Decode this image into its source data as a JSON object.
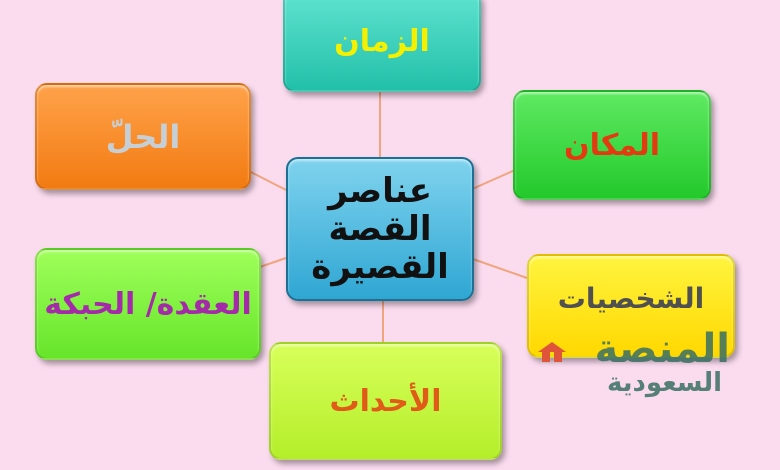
{
  "center": {
    "lines": [
      "عناصر",
      "القصة",
      "القصيرة"
    ]
  },
  "nodes": {
    "time": "الزمان",
    "place": "المكان",
    "solution": "الحلّ",
    "characters": "الشخصيات",
    "plot": "العقدة/ الحبكة",
    "events": "الأحداث"
  },
  "logo": {
    "top": "المنصة",
    "bottom": "السعودية"
  },
  "colors": {
    "background": "#fbdcef",
    "connector": "#f0a57f",
    "center": "#2fa6d3",
    "time": "#22c0a9",
    "place": "#23c92b",
    "solution": "#f27b12",
    "characters": "#ffd800",
    "plot": "#66e52a",
    "events": "#b4ee2a"
  }
}
